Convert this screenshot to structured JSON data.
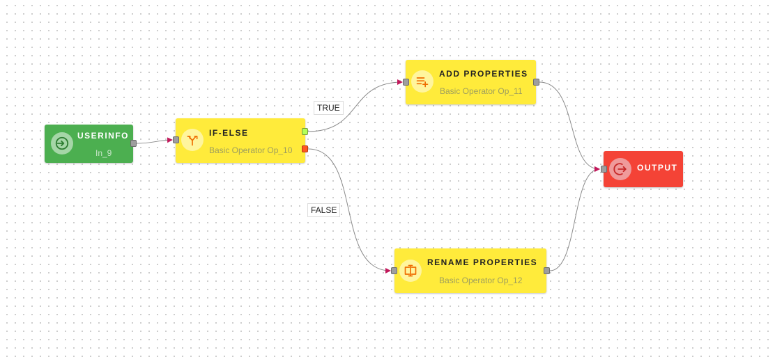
{
  "nodes": {
    "userinfo": {
      "title": "USERINFO",
      "subtitle": "In_9",
      "icon": "input-icon",
      "color": "#4caf50"
    },
    "ifelse": {
      "title": "IF-ELSE",
      "subtitle": "Basic Operator Op_10",
      "icon": "branch-icon",
      "color": "#ffeb3b"
    },
    "addprops": {
      "title": "ADD PROPERTIES",
      "subtitle": "Basic Operator Op_11",
      "icon": "playlist-add-icon",
      "color": "#ffeb3b"
    },
    "renameprops": {
      "title": "RENAME PROPERTIES",
      "subtitle": "Basic Operator Op_12",
      "icon": "rename-icon",
      "color": "#ffeb3b"
    },
    "output": {
      "title": "OUTPUT",
      "icon": "output-icon",
      "color": "#f44336"
    }
  },
  "edges": {
    "true_label": "TRUE",
    "false_label": "FALSE",
    "edge_color": "#8a8a8a",
    "arrow_color": "#c2185b"
  },
  "ports": {
    "true_color": "#b2ff59",
    "false_color": "#ff5722",
    "default_color": "#9e9e9e"
  }
}
